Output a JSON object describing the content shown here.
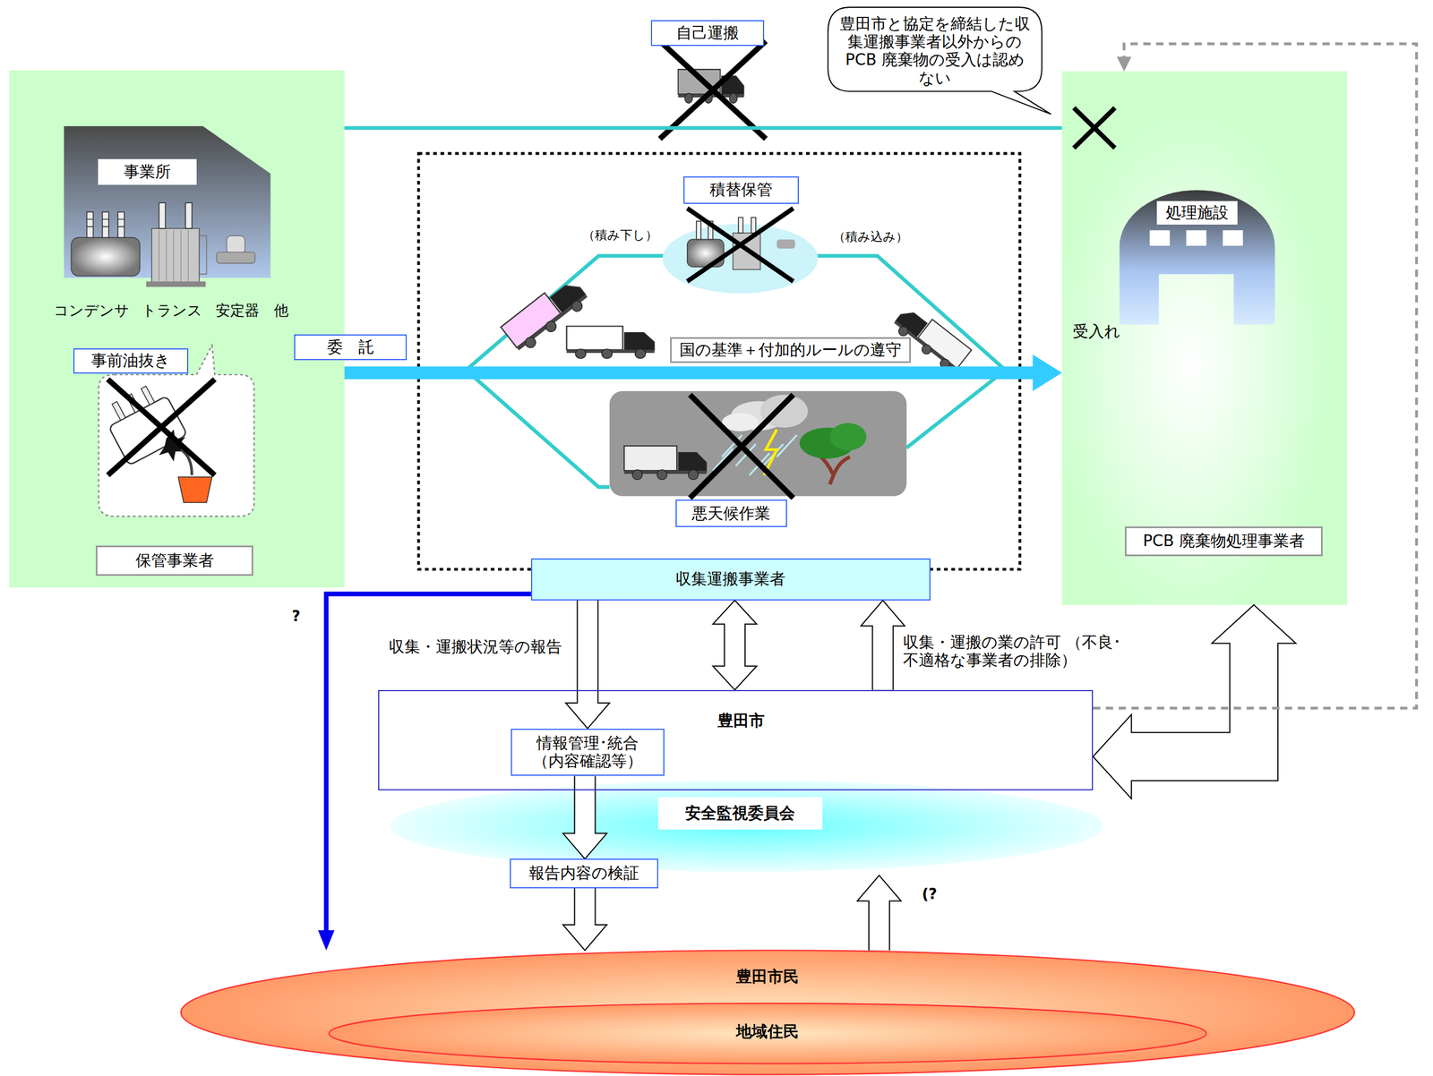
{
  "diagram": {
    "nodes": [
      {
        "text": [
          "自己運搬"
        ]
      },
      {
        "text": [
          "豊田市と協定を締結した収集運搬事業者以外からの PCB 廃棄物の受入は認めない"
        ]
      },
      {
        "text": [
          "保管事業者"
        ]
      },
      {
        "text": [
          "事業所"
        ],
        "in": 2
      },
      {
        "text": [
          "事前油抜き"
        ],
        "in": 2
      },
      {
        "text": [
          "収集運搬事業者"
        ]
      },
      {
        "text": [
          "積替保管"
        ],
        "in": 5
      },
      {
        "text": [
          "国の基準＋付加的ルールの遵守"
        ],
        "in": 5
      },
      {
        "text": [
          "悪天候作業"
        ],
        "in": 5
      },
      {
        "text": [
          "PCB 廃棄物処理事業者"
        ]
      },
      {
        "text": [
          "処理施設"
        ],
        "in": 9
      },
      {
        "text": [
          "豊田市"
        ]
      },
      {
        "text": [
          "情報管理･統合 （内容確認等）"
        ],
        "in": 11
      },
      {
        "text": [
          "安全監視委員会"
        ]
      },
      {
        "text": [
          "報告内容の検証"
        ]
      },
      {
        "text": [
          "豊田市民"
        ]
      },
      {
        "text": [
          "地域住民"
        ],
        "in": 15
      }
    ],
    "edges": [
      {
        "from": 2,
        "to": 9,
        "arrow": "none"
      },
      {
        "from": 2,
        "to": 9,
        "label": "委　託",
        "arrow": "to"
      },
      {
        "from": 5,
        "to": 12,
        "label": "収集・運搬状況等の報告",
        "arrow": "to"
      },
      {
        "from": 5,
        "to": 11,
        "arrow": "both"
      },
      {
        "from": 11,
        "to": 5,
        "label": "収集・運搬の業の許可 （不良･不適格な事業者の排除）",
        "arrow": "to"
      },
      {
        "from": 11,
        "to": 9,
        "arrow": "both"
      },
      {
        "from": 11,
        "to": 9,
        "arrow": "to"
      },
      {
        "from": 12,
        "to": 14,
        "arrow": "to"
      },
      {
        "from": 14,
        "to": 15,
        "arrow": "to"
      },
      {
        "from": 15,
        "to": 13,
        "arrow": "to"
      },
      {
        "from": 5,
        "to": 15,
        "arrow": "to"
      }
    ],
    "labels": [
      "コンデンサ",
      "トランス",
      "安定器　他",
      "（積み下し）",
      "（積み込み）",
      "受入れ",
      "?",
      "(?"
    ]
  }
}
